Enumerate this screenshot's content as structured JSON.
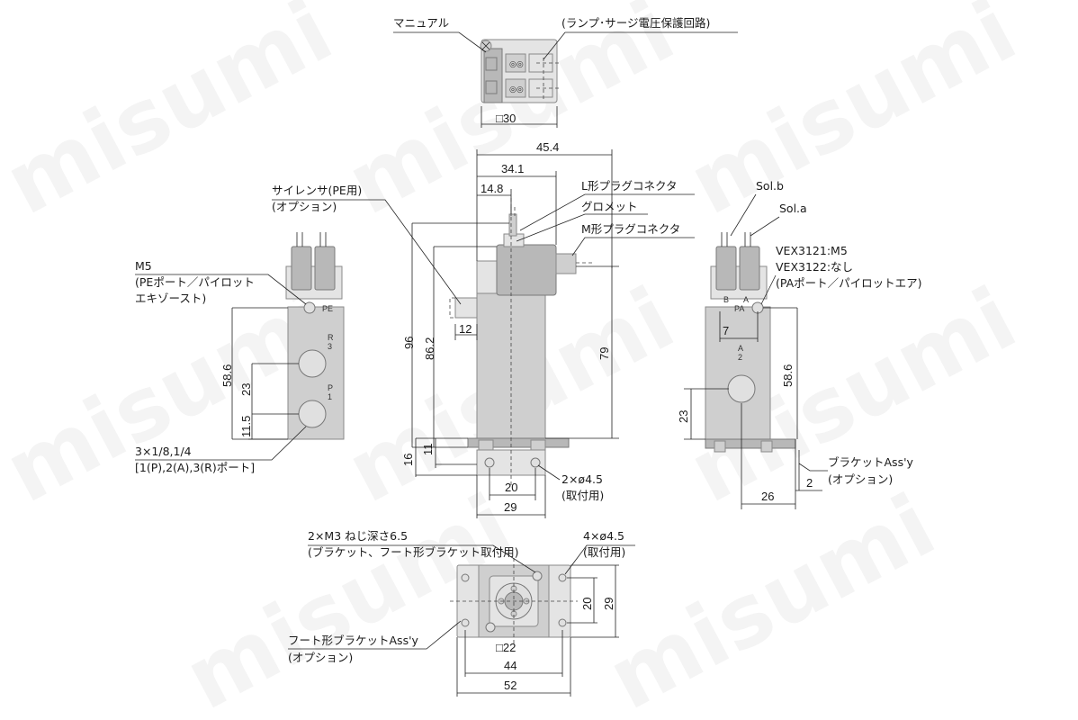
{
  "watermark": "misumi",
  "top_view": {
    "manual": "マニュアル",
    "lamp_surge": "(ランプ･サージ電圧保護回路)",
    "square30": "□30"
  },
  "front_view": {
    "dims": {
      "d45_4": "45.4",
      "d34_1": "34.1",
      "d14_8": "14.8",
      "d12": "12",
      "d96": "96",
      "d86_2": "86.2",
      "d79": "79",
      "d16": "16",
      "d11": "11",
      "d20": "20",
      "d29": "29"
    },
    "silencer_1": "サイレンサ(PE用)",
    "silencer_2": "(オプション)",
    "l_plug": "L形プラグコネクタ",
    "grommet": "グロメット",
    "m_plug": "M形プラグコネクタ",
    "mount_holes_1": "2×ø4.5",
    "mount_holes_2": "(取付用)"
  },
  "left_view": {
    "m5": "M5",
    "pe_port_1": "(PEポート／パイロット",
    "pe_port_2": "エキゾースト)",
    "pe": "PE",
    "r3_a": "R",
    "r3_b": "3",
    "p1_a": "P",
    "p1_b": "1",
    "d58_6": "58.6",
    "d23": "23",
    "d11_5": "11.5",
    "ports_1": "3×1/8,1/4",
    "ports_2": "[1(P),2(A),3(R)ポート]"
  },
  "right_view": {
    "sol_b": "Sol.b",
    "sol_a": "Sol.a",
    "vex3121": "VEX3121:M5",
    "vex3122": "VEX3122:なし",
    "pa_port": "(PAポート／パイロットエア)",
    "b": "B",
    "a": "A",
    "pa": "PA",
    "a2_a": "A",
    "a2_b": "2",
    "d7": "7",
    "d58_6": "58.6",
    "d23": "23",
    "d26": "26",
    "d2": "2",
    "bracket_1": "ブラケットAss'y",
    "bracket_2": "(オプション)"
  },
  "bottom_view": {
    "m3_1": "2×M3 ねじ深さ6.5",
    "m3_2": "(ブラケット、フート形ブラケット取付用)",
    "holes_1": "4×ø4.5",
    "holes_2": "(取付用)",
    "foot_1": "フート形ブラケットAss'y",
    "foot_2": "(オプション)",
    "square22": "□22",
    "d44": "44",
    "d52": "52",
    "d20": "20",
    "d29": "29"
  }
}
